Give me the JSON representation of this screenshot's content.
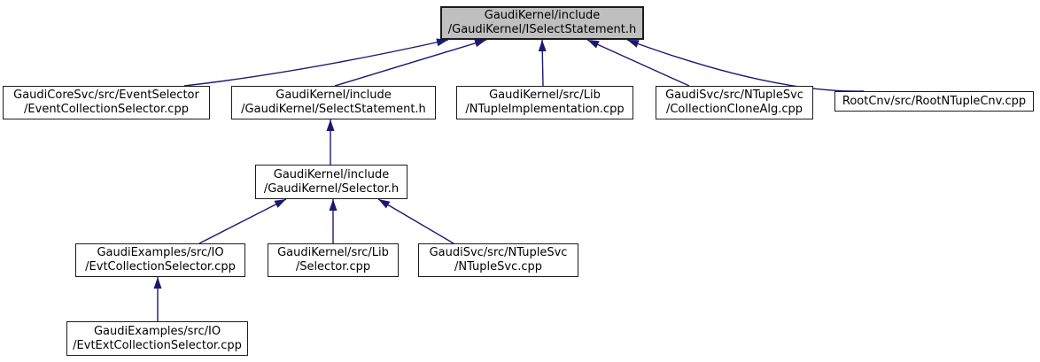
{
  "diagram": {
    "type": "include-dependency-graph",
    "edge_color": "#191970",
    "node_border_color": "#1c1c1c",
    "node_fill": "#ffffff",
    "highlighted_node_fill": "#bfbfbf",
    "text_color": "#000000",
    "background_color": "#ffffff",
    "nodes": [
      {
        "id": "iselectstatement",
        "label": "GaudiKernel/include\n/GaudiKernel/ISelectStatement.h",
        "highlighted": true
      },
      {
        "id": "eventcollectionselector",
        "label": "GaudiCoreSvc/src/EventSelector\n/EventCollectionSelector.cpp",
        "highlighted": false
      },
      {
        "id": "selectstatement",
        "label": "GaudiKernel/include\n/GaudiKernel/SelectStatement.h",
        "highlighted": false
      },
      {
        "id": "ntupleimplementation",
        "label": "GaudiKernel/src/Lib\n/NTupleImplementation.cpp",
        "highlighted": false
      },
      {
        "id": "collectionclonealg",
        "label": "GaudiSvc/src/NTupleSvc\n/CollectionCloneAlg.cpp",
        "highlighted": false
      },
      {
        "id": "rootntuplecnv",
        "label": "RootCnv/src/RootNTupleCnv.cpp",
        "highlighted": false
      },
      {
        "id": "selector_h",
        "label": "GaudiKernel/include\n/GaudiKernel/Selector.h",
        "highlighted": false
      },
      {
        "id": "evtcollectionselector",
        "label": "GaudiExamples/src/IO\n/EvtCollectionSelector.cpp",
        "highlighted": false
      },
      {
        "id": "selector_cpp",
        "label": "GaudiKernel/src/Lib\n/Selector.cpp",
        "highlighted": false
      },
      {
        "id": "ntuplesvc",
        "label": "GaudiSvc/src/NTupleSvc\n/NTupleSvc.cpp",
        "highlighted": false
      },
      {
        "id": "evtextcollectionselector",
        "label": "GaudiExamples/src/IO\n/EvtExtCollectionSelector.cpp",
        "highlighted": false
      }
    ],
    "edges": [
      {
        "from": "eventcollectionselector",
        "to": "iselectstatement"
      },
      {
        "from": "selectstatement",
        "to": "iselectstatement"
      },
      {
        "from": "ntupleimplementation",
        "to": "iselectstatement"
      },
      {
        "from": "collectionclonealg",
        "to": "iselectstatement"
      },
      {
        "from": "rootntuplecnv",
        "to": "iselectstatement"
      },
      {
        "from": "selector_h",
        "to": "selectstatement"
      },
      {
        "from": "evtcollectionselector",
        "to": "selector_h"
      },
      {
        "from": "selector_cpp",
        "to": "selector_h"
      },
      {
        "from": "ntuplesvc",
        "to": "selector_h"
      },
      {
        "from": "evtextcollectionselector",
        "to": "evtcollectionselector"
      }
    ]
  }
}
